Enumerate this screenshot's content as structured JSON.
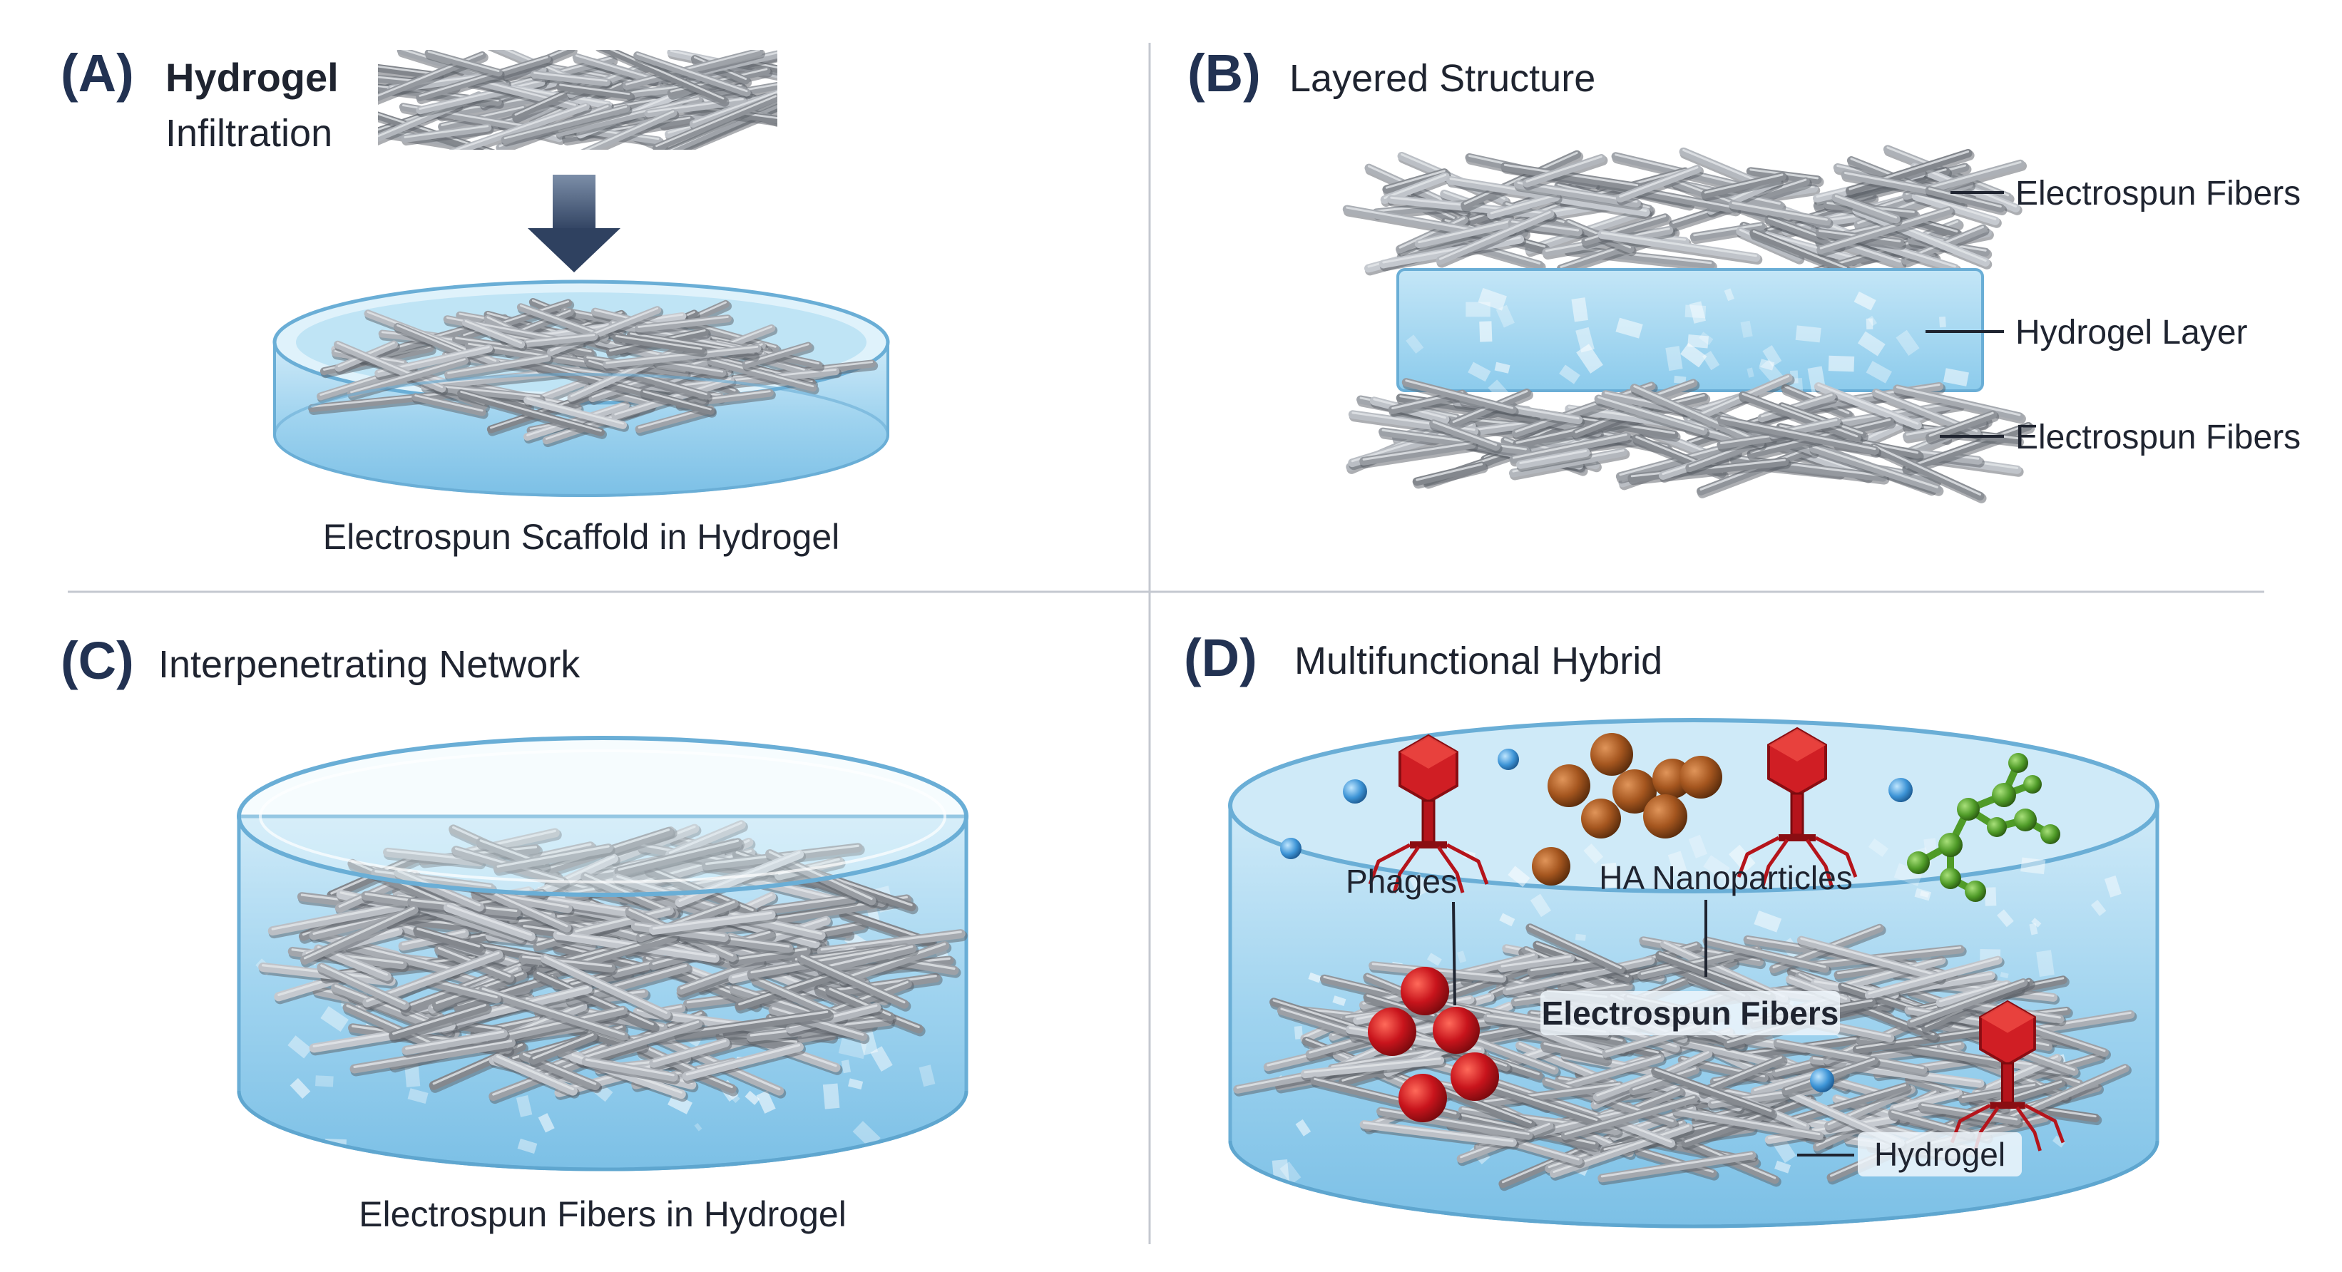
{
  "panels": {
    "a": {
      "label": "(A)",
      "title_line1": "Hydrogel",
      "title_line2": "Infiltration",
      "caption": "Electrospun Scaffold in Hydrogel"
    },
    "b": {
      "label": "(B)",
      "title": "Layered Structure",
      "callouts": [
        "Electrospun Fibers",
        "Hydrogel Layer",
        "Electrospun Fibers"
      ]
    },
    "c": {
      "label": "(C)",
      "title": "Interpenetrating Network",
      "caption": "Electrospun Fibers in Hydrogel"
    },
    "d": {
      "label": "(D)",
      "title": "Multifunctional Hybrid",
      "labels": {
        "phages": "Phages",
        "ha": "HA Nanoparticles",
        "fibers": "Electrospun Fibers",
        "hydrogel": "Hydrogel"
      }
    }
  },
  "colors": {
    "label": "#223252",
    "fiber": "#9ea3aa",
    "gel": "#8ecae9",
    "gel_edge": "#5fa6cf",
    "phage": "#d01e24",
    "ha": "#a5561f",
    "molecule": "#5aa02c",
    "arrow": "#3d5170"
  }
}
